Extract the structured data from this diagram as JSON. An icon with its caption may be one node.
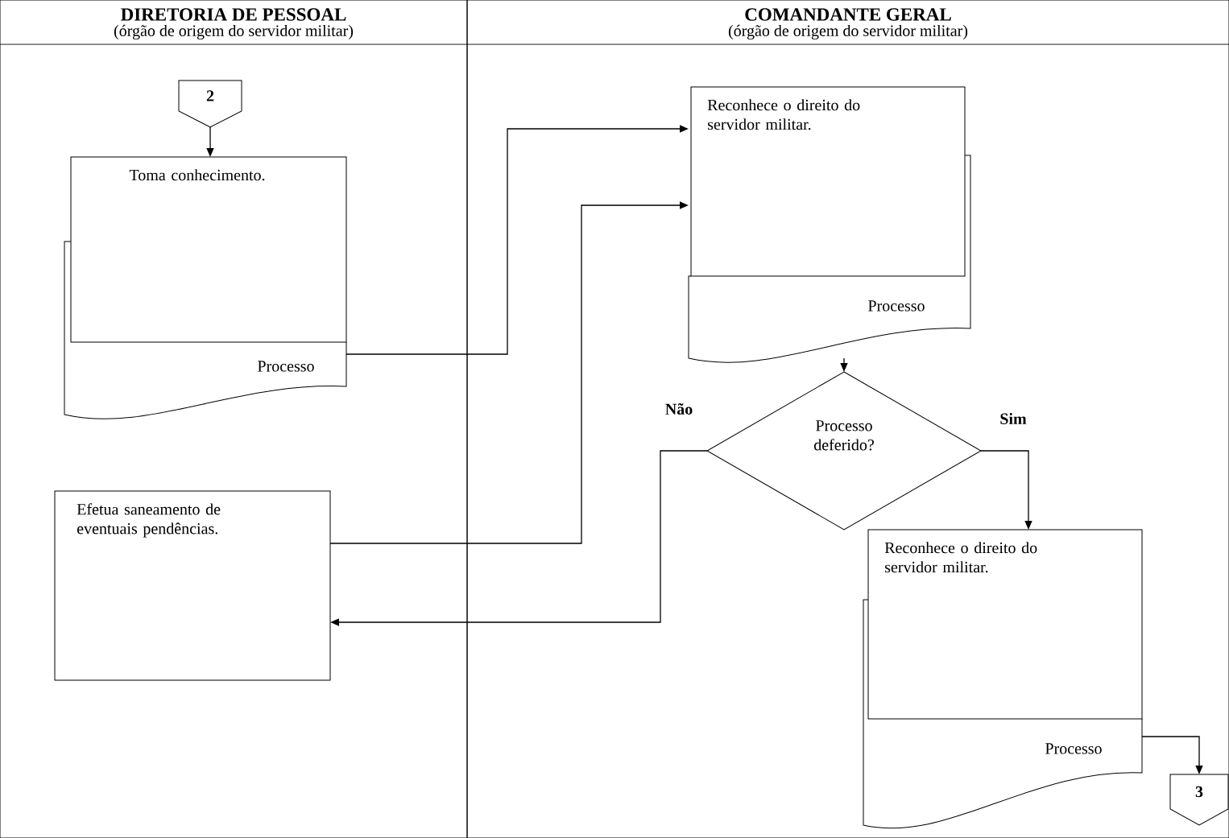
{
  "diagram": {
    "nodes": [
      {
        "text": [
          "DIRETORIA DE PESSOAL",
          "(órgão de origem do servidor militar)"
        ]
      },
      {
        "text": [
          "COMANDANTE GERAL",
          "(órgão de origem do servidor militar)"
        ]
      },
      {
        "text": [
          "2"
        ],
        "in": 0
      },
      {
        "text": [
          "Toma conhecimento.",
          "Processo"
        ],
        "in": 0
      },
      {
        "text": [
          "Efetua saneamento de eventuais pendências."
        ],
        "in": 0
      },
      {
        "text": [
          "Reconhece o direito do servidor militar.",
          "Processo"
        ],
        "in": 1
      },
      {
        "text": [
          "Processo deferido?"
        ],
        "in": 1
      },
      {
        "text": [
          "Reconhece o direito do servidor militar.",
          "Processo"
        ],
        "in": 1
      },
      {
        "text": [
          "3"
        ],
        "in": 1
      }
    ],
    "edges": [
      {
        "from": 2,
        "to": 3,
        "arrow": "to"
      },
      {
        "from": 3,
        "to": 5,
        "arrow": "to"
      },
      {
        "from": 4,
        "to": 5,
        "arrow": "to"
      },
      {
        "from": 5,
        "to": 6,
        "arrow": "to"
      },
      {
        "from": 6,
        "to": 4,
        "arrow": "to",
        "label": "Não"
      },
      {
        "from": 6,
        "to": 7,
        "arrow": "to",
        "label": "Sim"
      },
      {
        "from": 7,
        "to": 8,
        "arrow": "to"
      }
    ]
  }
}
